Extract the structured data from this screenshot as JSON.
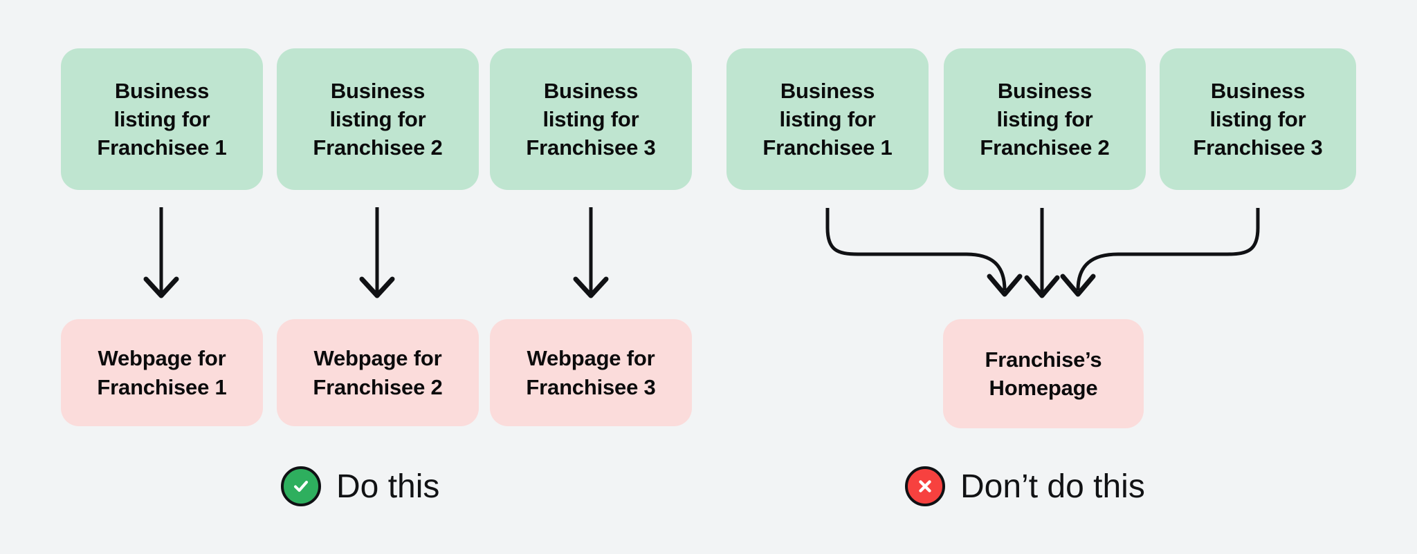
{
  "diagram": {
    "background_color": "#f2f4f5",
    "node_colors": {
      "source": "#bfe5d0",
      "target": "#fbdcdb"
    },
    "arrow_color": "#101114",
    "panels": [
      {
        "id": "do-this",
        "sources": [
          {
            "id": "good-listing-1",
            "label": "Business\nlisting for\nFranchisee 1"
          },
          {
            "id": "good-listing-2",
            "label": "Business\nlisting for\nFranchisee 2"
          },
          {
            "id": "good-listing-3",
            "label": "Business\nlisting for\nFranchisee 3"
          }
        ],
        "targets": [
          {
            "id": "good-webpage-1",
            "label": "Webpage for\nFranchisee 1"
          },
          {
            "id": "good-webpage-2",
            "label": "Webpage for\nFranchisee 2"
          },
          {
            "id": "good-webpage-3",
            "label": "Webpage for\nFranchisee 3"
          }
        ],
        "legend": {
          "icon": "check-circle-icon",
          "label": "Do this",
          "color": "#2eaf5e"
        }
      },
      {
        "id": "dont-do-this",
        "sources": [
          {
            "id": "bad-listing-1",
            "label": "Business\nlisting for\nFranchisee 1"
          },
          {
            "id": "bad-listing-2",
            "label": "Business\nlisting for\nFranchisee 2"
          },
          {
            "id": "bad-listing-3",
            "label": "Business\nlisting for\nFranchisee 3"
          }
        ],
        "targets": [
          {
            "id": "bad-homepage",
            "label": "Franchise’s\nHomepage"
          }
        ],
        "legend": {
          "icon": "x-circle-icon",
          "label": "Don’t do this",
          "color": "#f7413f"
        }
      }
    ]
  }
}
